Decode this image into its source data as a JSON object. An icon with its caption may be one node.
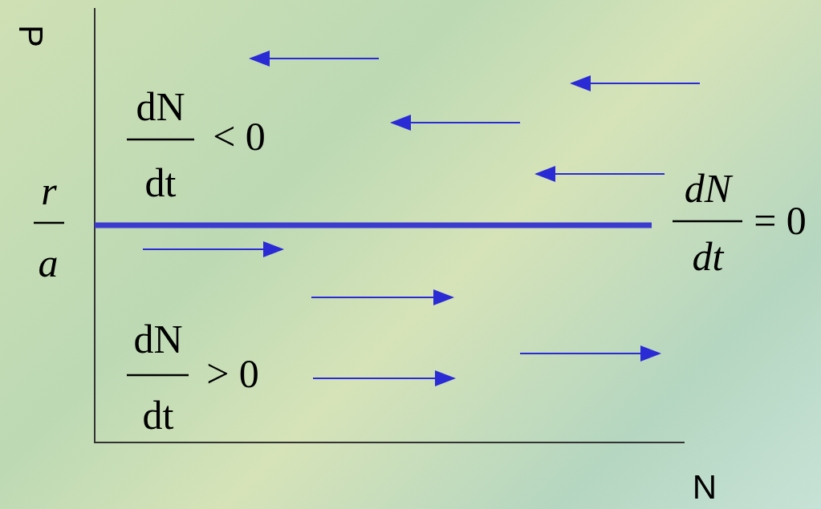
{
  "diagram": {
    "labels": [
      "P",
      "r",
      "a",
      "dN",
      "< 0",
      "dt",
      "dN",
      "= 0",
      "dt",
      "dN",
      "> 0",
      "dt",
      "N"
    ]
  }
}
